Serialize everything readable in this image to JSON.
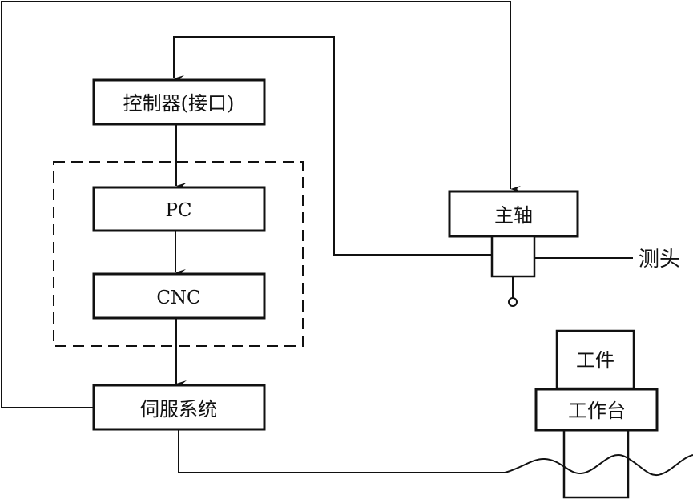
{
  "diagram": {
    "title": "",
    "colors": {
      "line": "#111111",
      "background": "#ffffff"
    },
    "blocks": {
      "controller": "控制器(接口)",
      "pc": "PC",
      "cnc": "CNC",
      "servo": "伺服系统",
      "spindle": "主轴",
      "workpiece": "工件",
      "worktable": "工作台"
    },
    "labels": {
      "probe": "测头"
    },
    "groups": [
      {
        "name": "computer-control-group",
        "style": "dashed",
        "contains": [
          "pc",
          "cnc"
        ]
      }
    ],
    "connections": [
      {
        "from": "spindle-probe",
        "to": "controller",
        "arrow": true
      },
      {
        "from": "controller",
        "to": "pc",
        "arrow": true
      },
      {
        "from": "pc",
        "to": "cnc",
        "arrow": true
      },
      {
        "from": "cnc",
        "to": "servo",
        "arrow": true
      },
      {
        "from": "servo",
        "to": "spindle",
        "arrow": true,
        "route": "outer-loop"
      },
      {
        "from": "servo",
        "to": "worktable",
        "arrow": false,
        "style": "wavy"
      }
    ]
  }
}
